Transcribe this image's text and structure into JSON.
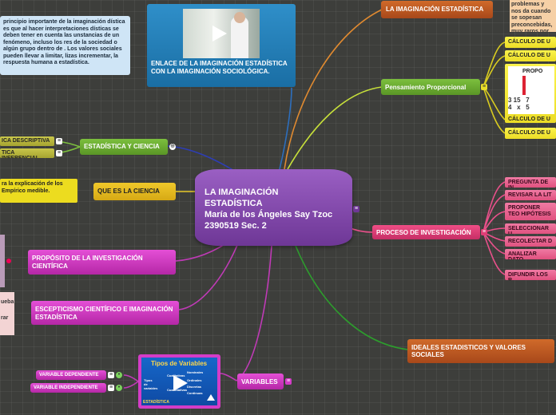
{
  "center": {
    "line1": "LA IMAGINACIÓN",
    "line2": "ESTADÍSTICA",
    "line3": "María de los Ángeles Say Tzoc",
    "line4": "2390519 Sec. 2"
  },
  "topics": {
    "imaginacion": "LA IMAGINACIÓN ESTADÍSTICA",
    "imaginacion_note": "problemas y nos da cuando se sopesan preconcebidas, muy raros por lo ante ellos.",
    "pensamiento": "Pensamiento Proporcional",
    "calculo": [
      "CÁLCULO DE U",
      "CÁLCULO DE U",
      "CÁLCULO DE U",
      "CÁLCULO DE U"
    ],
    "proporcion_title": "PROPO",
    "proporcion_fractions": "3 15   7\n4   x   5",
    "proceso": "PROCESO DE INVESTIGACIÓN",
    "proceso_items": [
      "PREGUNTA DE IN",
      "REVISAR LA LIT",
      "PROPONER TEO HIPÓTESIS",
      "SELECCIONAR U",
      "RECOLECTAR D",
      "ANALIZAR DATO",
      "DIFUNDIR LOS R"
    ],
    "ideales": "IDEALES ESTADISTICOS Y VALORES SOCIALES",
    "variables": "VARIABLES",
    "variables_image_title": "Tipos de Variables",
    "variables_image_words": [
      "Tipos de variables",
      "Cualitativas",
      "Cuantitativas",
      "Nominales",
      "Ordinales",
      "Discretas",
      "Continuas"
    ],
    "variables_image_footer": "ESTADÍSTICA",
    "var_dep": "VARIABLE DEPENDIENTE",
    "var_indep": "VARIABLE INDEPENDIENTE",
    "escepticismo": "ESCEPTICISMO CIENTÍFICO E IMAGINACIÓN ESTADÍSTICA",
    "escepticismo_note": [
      "ueba",
      "rar"
    ],
    "proposito": "PROPÓSITO DE LA INVESTIGACIÓN CIENTÍFICA",
    "que_es": "QUE ES LA CIENCIA",
    "que_es_note": "ra la explicación de los Empírico medible.",
    "estadistica": "ESTADÍSTICA Y CIENCIA",
    "est_desc": "ICA DESCRIPTIVA",
    "est_inf": "TICA INFERENCIAL",
    "enlace": "ENLACE DE LA IMAGINACIÓN ESTADÍSTICA CON LA IMAGINACIÓN SOCIOLÓGICA.",
    "enlace_note": "principio importante de la imaginación dística es que al hacer interpretaciones dísticas se deben tener en cuenta las unstancias de un fenómeno, incluso los res de la sociedad o algún grupo dentro de . Los valores sociales pueden llevar a limitar, lizas incrementar, la respuesta humana a estadística."
  },
  "colors": {
    "orange": "#c15a24",
    "green": "#6aae33",
    "yellow": "#f2e52e",
    "magenta": "#d43cc7",
    "pink": "#e13d76",
    "blue": "#2680ba",
    "purple": "#8a4fb5"
  }
}
